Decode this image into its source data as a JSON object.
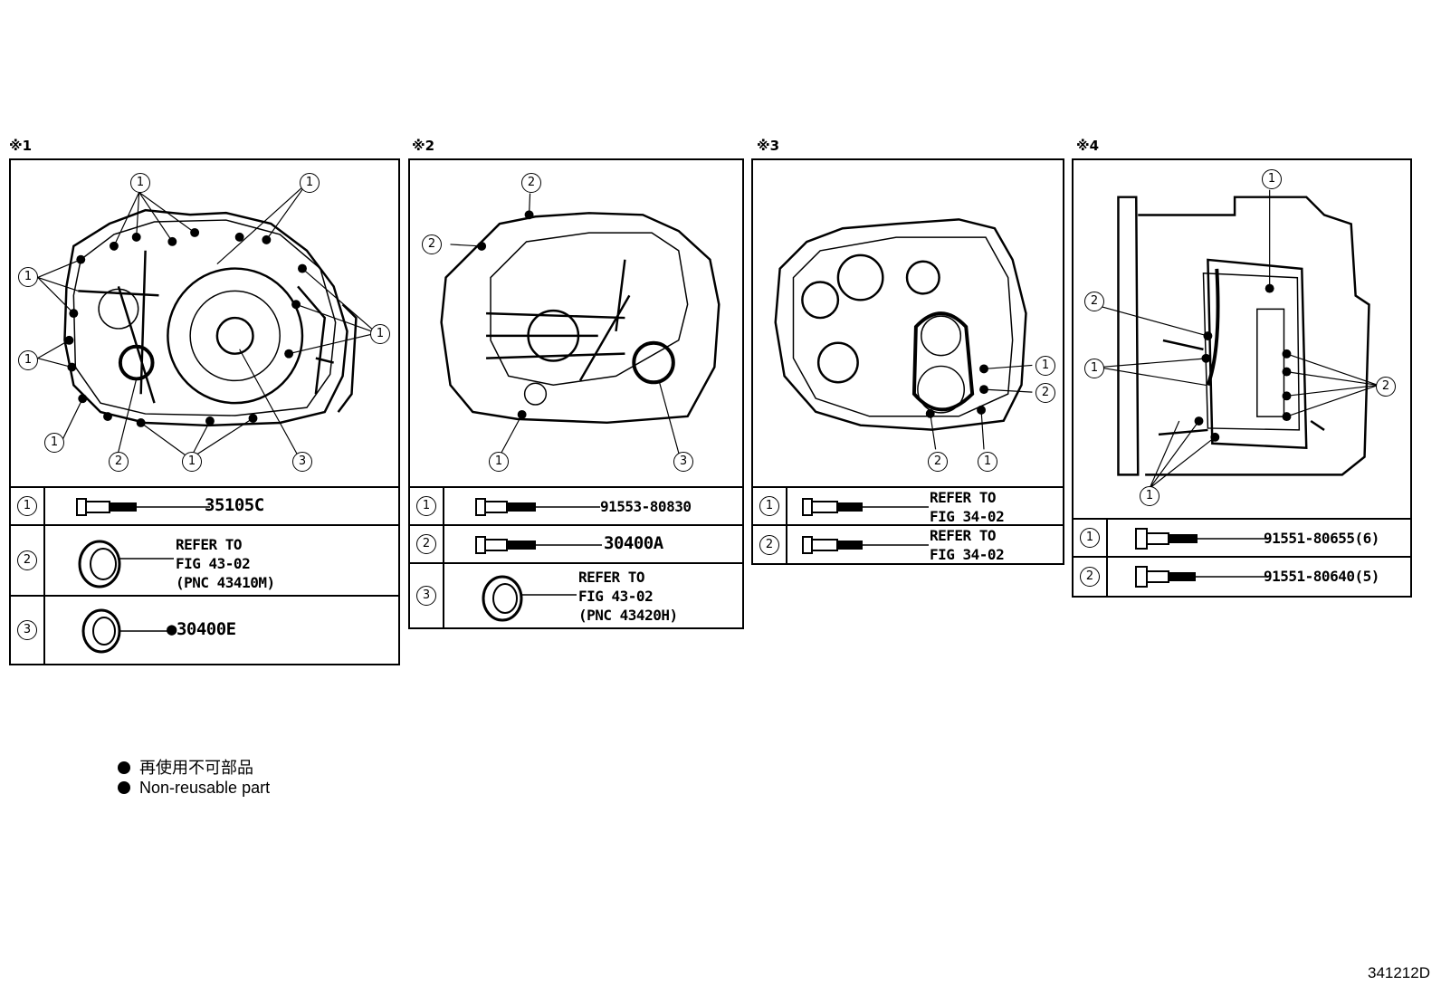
{
  "panels": [
    {
      "mark": "※1",
      "callouts": [
        "1",
        "1",
        "1",
        "1",
        "1",
        "1",
        "1",
        "2",
        "3"
      ],
      "rows": [
        {
          "key": "1",
          "lines": [
            "35105C"
          ]
        },
        {
          "key": "2",
          "lines": [
            "REFER TO",
            "FIG 43-02",
            "(PNC 43410M)"
          ]
        },
        {
          "key": "3",
          "lines": [
            "●30400E"
          ]
        }
      ]
    },
    {
      "mark": "※2",
      "callouts": [
        "2",
        "2",
        "1",
        "3"
      ],
      "rows": [
        {
          "key": "1",
          "lines": [
            "91553-80830"
          ]
        },
        {
          "key": "2",
          "lines": [
            "30400A"
          ]
        },
        {
          "key": "3",
          "lines": [
            "REFER TO",
            "FIG 43-02",
            "(PNC 43420H)"
          ]
        }
      ]
    },
    {
      "mark": "※3",
      "callouts": [
        "1",
        "2",
        "2",
        "1"
      ],
      "rows": [
        {
          "key": "1",
          "lines": [
            "REFER TO",
            "FIG 34-02"
          ]
        },
        {
          "key": "2",
          "lines": [
            "REFER TO",
            "FIG 34-02"
          ]
        }
      ]
    },
    {
      "mark": "※4",
      "callouts": [
        "1",
        "2",
        "1",
        "2",
        "1"
      ],
      "rows": [
        {
          "key": "1",
          "lines": [
            "91551-80655(6)"
          ]
        },
        {
          "key": "2",
          "lines": [
            "91551-80640(5)"
          ]
        }
      ]
    }
  ],
  "legend": [
    "再使用不可部品",
    "Non-reusable part"
  ],
  "figure_code": "341212D"
}
